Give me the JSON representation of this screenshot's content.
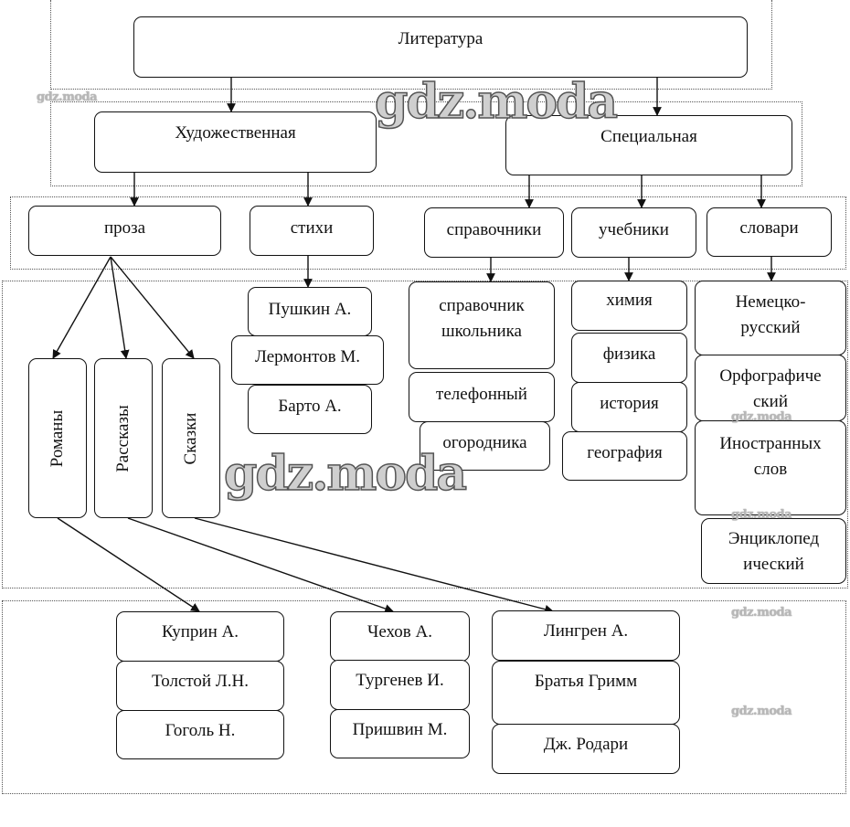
{
  "diagram": {
    "root": "Литература",
    "level1": {
      "fiction": "Художественная",
      "special": "Специальная"
    },
    "level2": {
      "prose": "проза",
      "poems": "стихи",
      "reference": "справочники",
      "textbooks": "учебники",
      "dictionaries": "словари"
    },
    "prose_genres": [
      "Романы",
      "Рассказы",
      "Сказки"
    ],
    "poets": [
      "Пушкин А.",
      "Лермонтов М.",
      "Барто А."
    ],
    "reference_books": [
      [
        "справочник",
        "школьника"
      ],
      [
        "телефонный"
      ],
      [
        "огородника"
      ]
    ],
    "textbooks_list": [
      "химия",
      "физика",
      "история",
      "география"
    ],
    "dictionaries_list": [
      [
        "Немецко-",
        "русский"
      ],
      [
        "Орфографиче",
        "ский"
      ],
      [
        "Иностранных",
        "слов"
      ],
      [
        "Энциклопед",
        "ический"
      ]
    ],
    "novels_authors": [
      "Куприн А.",
      "Толстой Л.Н.",
      "Гоголь Н."
    ],
    "stories_authors": [
      "Чехов А.",
      "Тургенев И.",
      "Пришвин М."
    ],
    "tales_authors": [
      "Лингрен А.",
      "Братья Гримм",
      "Дж. Родари"
    ]
  },
  "watermarks": {
    "small": "gdz.moda",
    "big": "gdz.moda"
  },
  "colors": {
    "line": "#111111",
    "region_border": "#555555",
    "watermark": "#b8b8b8"
  }
}
